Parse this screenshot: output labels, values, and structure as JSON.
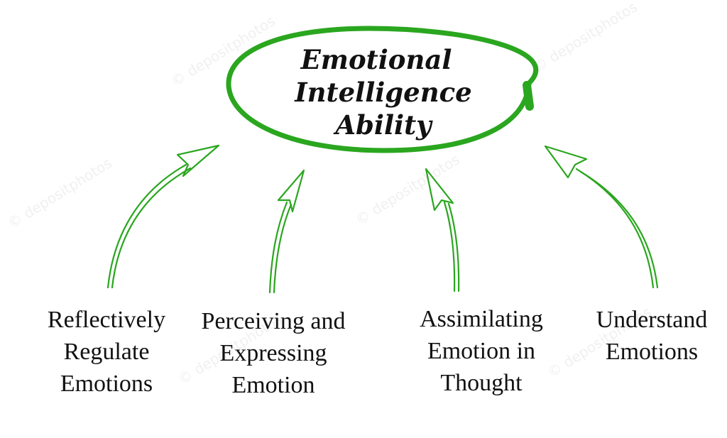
{
  "watermark": "© depositphotos",
  "colors": {
    "accent": "#2aa61f",
    "text": "#111111"
  },
  "center": {
    "lines": [
      "Emotional",
      "Intelligence",
      "Ability"
    ]
  },
  "branches": [
    {
      "lines": [
        "Reflectively",
        "Regulate",
        "Emotions"
      ]
    },
    {
      "lines": [
        "Perceiving and",
        "Expressing",
        "Emotion"
      ]
    },
    {
      "lines": [
        "Assimilating",
        "Emotion in",
        "Thought"
      ]
    },
    {
      "lines": [
        "Understand",
        "Emotions"
      ]
    }
  ]
}
